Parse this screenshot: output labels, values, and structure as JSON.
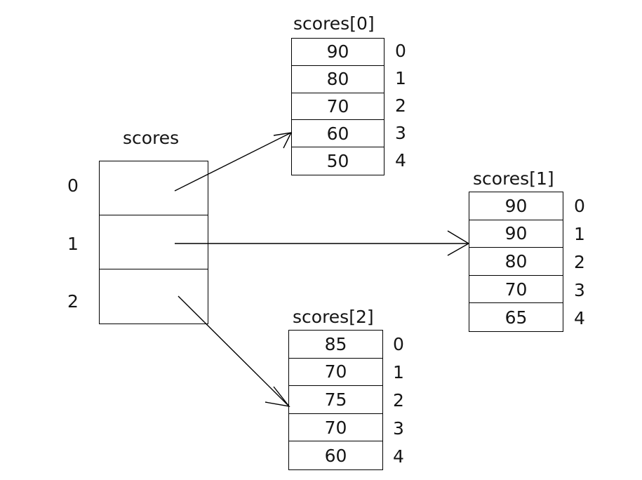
{
  "diagram": {
    "title_scores": "scores",
    "outer": {
      "label": "scores",
      "row_indices": [
        "0",
        "1",
        "2"
      ],
      "cells": [
        "",
        "",
        ""
      ]
    },
    "arrays": [
      {
        "label": "scores[0]",
        "values": [
          "90",
          "80",
          "70",
          "60",
          "50"
        ],
        "indices": [
          "0",
          "1",
          "2",
          "3",
          "4"
        ]
      },
      {
        "label": "scores[1]",
        "values": [
          "90",
          "90",
          "80",
          "70",
          "65"
        ],
        "indices": [
          "0",
          "1",
          "2",
          "3",
          "4"
        ]
      },
      {
        "label": "scores[2]",
        "values": [
          "85",
          "70",
          "75",
          "70",
          "60"
        ],
        "indices": [
          "0",
          "1",
          "2",
          "3",
          "4"
        ]
      }
    ],
    "colors": {
      "stroke": "#000000",
      "text": "#151515",
      "background": "#ffffff"
    }
  }
}
